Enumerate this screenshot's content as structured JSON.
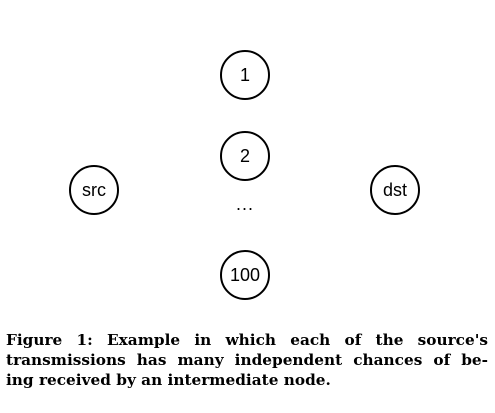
{
  "figure": {
    "nodes": {
      "n1": "1",
      "n2": "2",
      "n100": "100",
      "src": "src",
      "dst": "dst"
    },
    "ellipsis": "..."
  },
  "caption": {
    "line1": "Figure 1:  Example in which each of the source's",
    "line2": "transmissions has many independent chances of be-",
    "line3": "ing received by an intermediate node."
  }
}
